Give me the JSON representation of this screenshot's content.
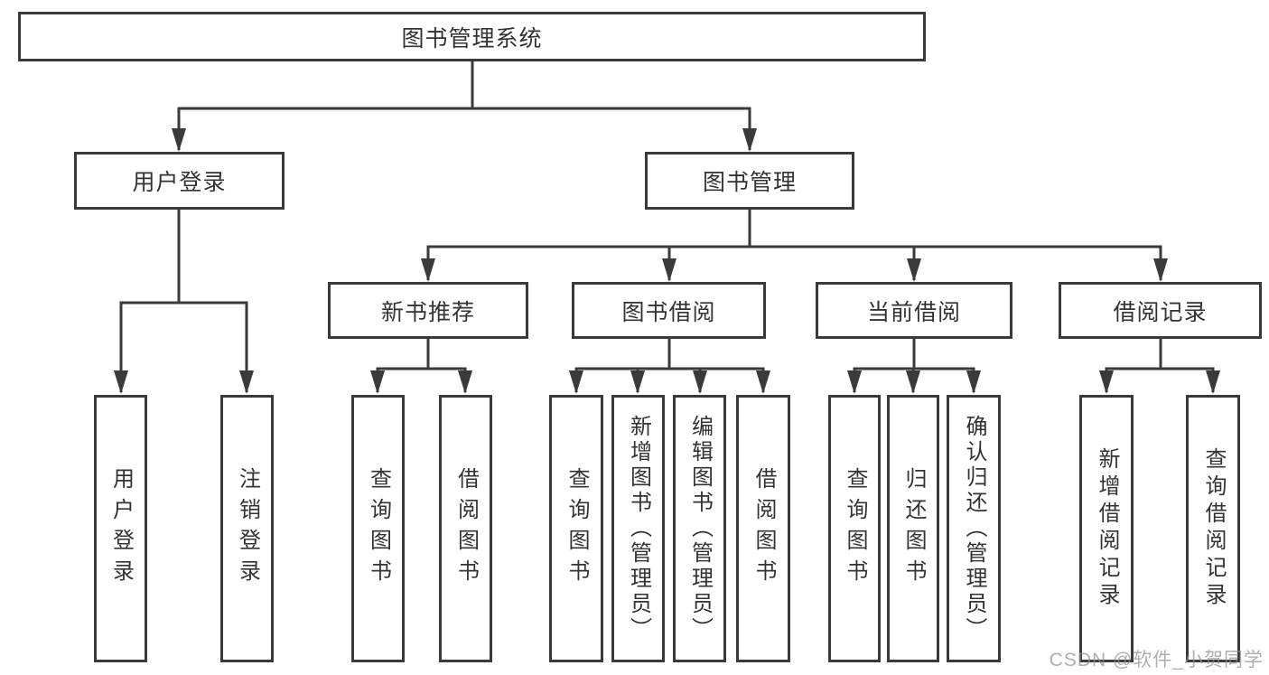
{
  "tree": {
    "label": "图书管理系统",
    "children": [
      {
        "label": "用户登录",
        "children": [
          {
            "label": "用户登录"
          },
          {
            "label": "注销登录"
          }
        ]
      },
      {
        "label": "图书管理",
        "children": [
          {
            "label": "新书推荐",
            "children": [
              {
                "label": "查询图书"
              },
              {
                "label": "借阅图书"
              }
            ]
          },
          {
            "label": "图书借阅",
            "children": [
              {
                "label": "查询图书"
              },
              {
                "label": "新增图书（管理员）"
              },
              {
                "label": "编辑图书（管理员）"
              },
              {
                "label": "借阅图书"
              }
            ]
          },
          {
            "label": "当前借阅",
            "children": [
              {
                "label": "查询图书"
              },
              {
                "label": "归还图书"
              },
              {
                "label": "确认归还（管理员）"
              }
            ]
          },
          {
            "label": "借阅记录",
            "children": [
              {
                "label": "新增借阅记录"
              },
              {
                "label": "查询借阅记录"
              }
            ]
          }
        ]
      }
    ]
  },
  "watermark": {
    "text": "CSDN @软件_小贺同学"
  },
  "colors": {
    "line": "#3a3a3a",
    "box_border": "#3a3a3a",
    "box_background": "#ffffff",
    "text": "#333333",
    "watermark": "#8f8f8f"
  }
}
